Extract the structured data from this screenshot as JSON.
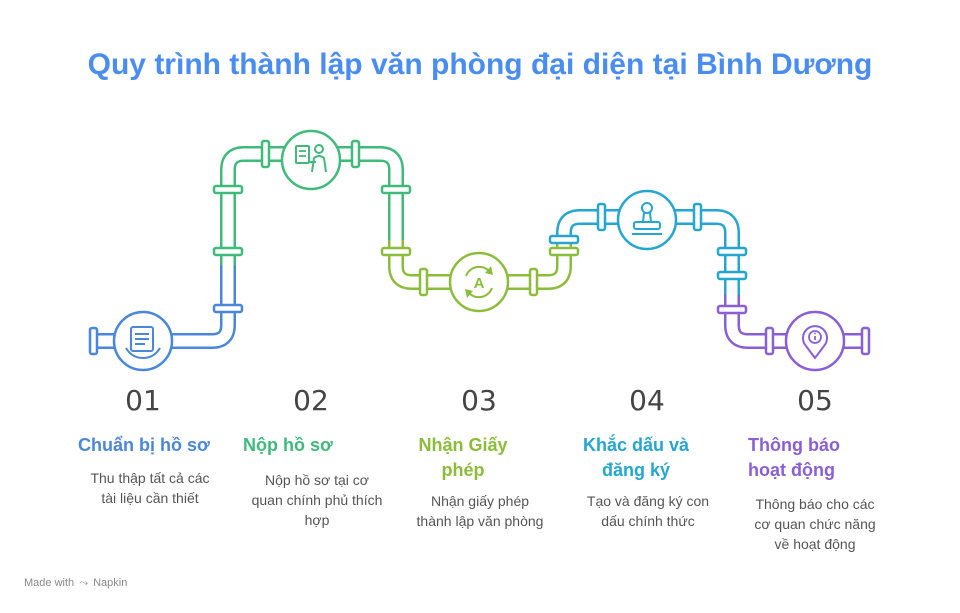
{
  "title": "Quy trình thành lập văn phòng đại diện tại Bình Dương",
  "colors": {
    "title": "#4a8df1",
    "step1": "#4a86d9",
    "step2": "#3fba7a",
    "step3": "#8bbd3a",
    "step4": "#25a6d0",
    "step5": "#8a5fd6"
  },
  "steps": [
    {
      "number": "01",
      "title_lines": [
        "Chuẩn bị hồ sơ"
      ],
      "desc_lines": [
        "Thu thập tất cả các",
        "tài liệu cần thiết"
      ],
      "icon": "document-hand-icon"
    },
    {
      "number": "02",
      "title_lines": [
        "Nộp hồ sơ"
      ],
      "desc_lines": [
        "Nộp hồ sơ tại cơ",
        "quan chính phủ thích",
        "hợp"
      ],
      "icon": "submit-person-icon"
    },
    {
      "number": "03",
      "title_lines": [
        "Nhận Giấy",
        "phép"
      ],
      "desc_lines": [
        "Nhận giấy phép",
        "thành lập văn phòng"
      ],
      "icon": "refresh-letter-icon"
    },
    {
      "number": "04",
      "title_lines": [
        "Khắc dấu và",
        "đăng ký"
      ],
      "desc_lines": [
        "Tạo và đăng ký con",
        "dấu chính thức"
      ],
      "icon": "stamp-icon"
    },
    {
      "number": "05",
      "title_lines": [
        "Thông báo",
        "hoạt động"
      ],
      "desc_lines": [
        "Thông báo cho các",
        "cơ quan chức năng",
        "về hoạt động"
      ],
      "icon": "info-pin-icon"
    }
  ],
  "footer": {
    "prefix": "Made with",
    "brand": "Napkin"
  }
}
